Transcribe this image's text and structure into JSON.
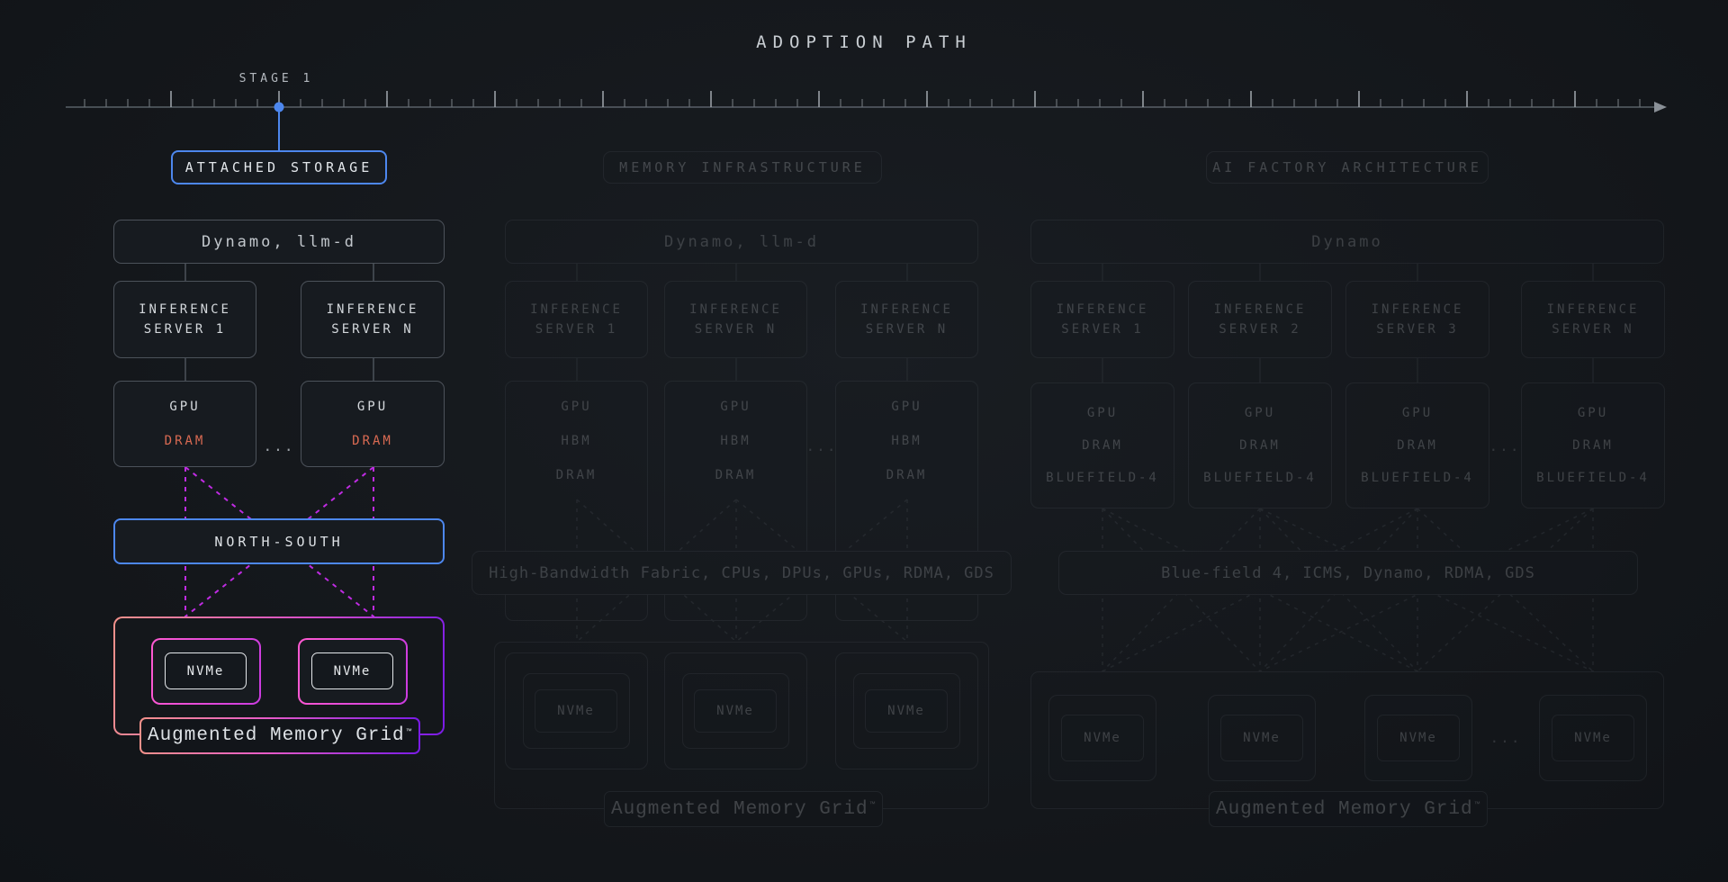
{
  "title": "ADOPTION PATH",
  "timeline": {
    "stage_label": "STAGE 1"
  },
  "colors": {
    "accent_blue": "#4d87ee",
    "dram": "#d96a52",
    "dash_magenta": "#bf2be2",
    "grad_salmon": "#f2918a",
    "grad_violet": "#7a1be6",
    "pink_a": "#ff5ad1",
    "pink_b": "#cb3be0"
  },
  "stage1": {
    "header": "ATTACHED STORAGE",
    "orchestrator": "Dynamo, llm-d",
    "servers": [
      {
        "line1": "INFERENCE",
        "line2": "SERVER 1"
      },
      {
        "line1": "INFERENCE",
        "line2": "SERVER N"
      }
    ],
    "gpus": [
      {
        "name": "GPU",
        "mem": "DRAM"
      },
      {
        "name": "GPU",
        "mem": "DRAM"
      }
    ],
    "ellipsis": "...",
    "network": "NORTH-SOUTH",
    "nvme": "NVMe",
    "grid_label": "Augmented Memory Grid",
    "trademark": "™"
  },
  "stage2": {
    "header": "MEMORY INFRASTRUCTURE",
    "orchestrator": "Dynamo, llm-d",
    "servers": [
      {
        "line1": "INFERENCE",
        "line2": "SERVER 1"
      },
      {
        "line1": "INFERENCE",
        "line2": "SERVER N"
      },
      {
        "line1": "INFERENCE",
        "line2": "SERVER N"
      }
    ],
    "gpus": [
      {
        "l1": "GPU",
        "l2": "HBM",
        "l3": "DRAM"
      },
      {
        "l1": "GPU",
        "l2": "HBM",
        "l3": "DRAM"
      },
      {
        "l1": "GPU",
        "l2": "HBM",
        "l3": "DRAM"
      }
    ],
    "ellipsis": "...",
    "fabric": "High-Bandwidth Fabric, CPUs, DPUs, GPUs, RDMA, GDS",
    "nvme": "NVMe",
    "grid_label": "Augmented Memory Grid",
    "trademark": "™"
  },
  "stage3": {
    "header": "AI FACTORY ARCHITECTURE",
    "orchestrator": "Dynamo",
    "servers": [
      {
        "line1": "INFERENCE",
        "line2": "SERVER 1"
      },
      {
        "line1": "INFERENCE",
        "line2": "SERVER 2"
      },
      {
        "line1": "INFERENCE",
        "line2": "SERVER 3"
      },
      {
        "line1": "INFERENCE",
        "line2": "SERVER N"
      }
    ],
    "gpus": [
      {
        "l1": "GPU",
        "l2": "DRAM",
        "l3": "BLUEFIELD-4"
      },
      {
        "l1": "GPU",
        "l2": "DRAM",
        "l3": "BLUEFIELD-4"
      },
      {
        "l1": "GPU",
        "l2": "DRAM",
        "l3": "BLUEFIELD-4"
      },
      {
        "l1": "GPU",
        "l2": "DRAM",
        "l3": "BLUEFIELD-4"
      }
    ],
    "ellipsis": "...",
    "fabric": "Blue-field 4, ICMS, Dynamo, RDMA, GDS",
    "nvme": "NVMe",
    "grid_label": "Augmented Memory Grid",
    "trademark": "™"
  }
}
